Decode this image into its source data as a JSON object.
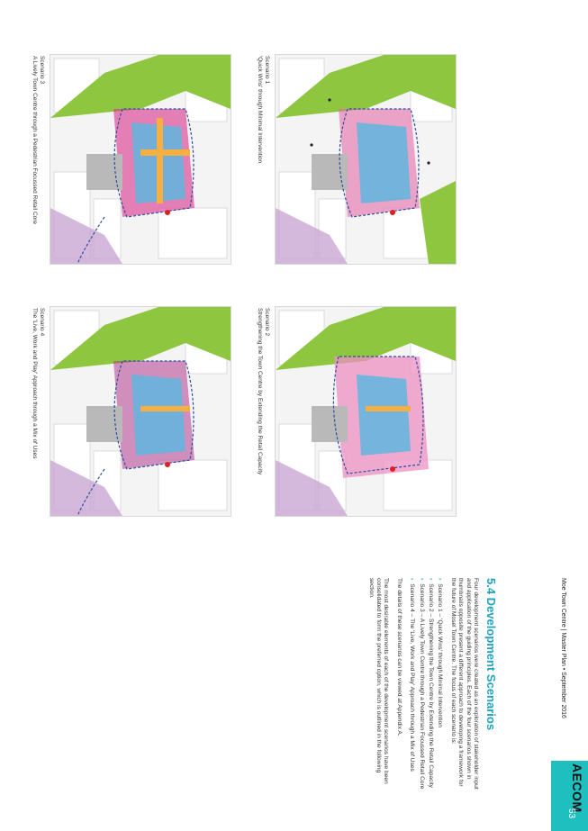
{
  "section": {
    "title": "5.4 Development Scenarios",
    "intro": "Four development scenarios were created as an exploration of stakeholder input and application of the guiding principles. Each of the four scenarios shown in thumbnails opposite present a different approach to developing a framework for the future of Mosel Town Centre. The focus of each scenario is:",
    "scenarios": [
      "Scenario 1 – 'Quick Wins' through Minimal Intervention",
      "Scenario 2 – Strengthening the Town Centre by Extending the Retail Capacity",
      "Scenario 3 – A Lively Town Centre through a Pedestrian Focussed Retail Core",
      "Scenario 4 – The 'Live, Work and Play' Approach through a Mix of Uses"
    ],
    "appendix_note": "The details of these scenarios can be viewed at Appendix A.",
    "conclusion": "The most desirable elements of each of the development scenarios have been consolidated to form the preferred option, which is outlined in the following section."
  },
  "maps": [
    {
      "number": "Scenario 1",
      "caption": "'Quick Wins' through Minimal Intervention"
    },
    {
      "number": "Scenario 2",
      "caption": "Strengthening the Town Centre by Extending the Retail Capacity"
    },
    {
      "number": "Scenario 3",
      "caption": "A Lively Town Centre through a Pedestrian Focussed Retail Core"
    },
    {
      "number": "Scenario 4",
      "caption": "The 'Live, Work and Play' Approach through a Mix of Uses"
    }
  ],
  "footer": "Moe Town Centre | Master Plan  •  September 2016",
  "brand": "AECOM",
  "page_number": "53",
  "colors": {
    "accent": "#1fbfbf",
    "title": "#1fa3c0",
    "green": "#9acd4a",
    "pink": "#e0439a",
    "blue": "#5fb6df",
    "lilac": "#c9a8d4"
  }
}
